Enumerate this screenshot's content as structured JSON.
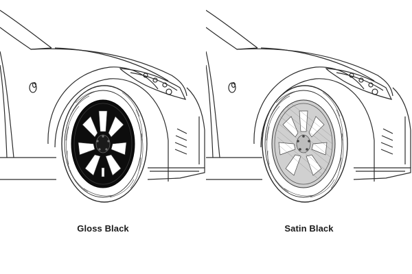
{
  "variants": [
    {
      "label": "Gloss Black",
      "finish_color": "#0d0d0d"
    },
    {
      "label": "Satin Black",
      "finish_color": "#d0d0d0"
    }
  ],
  "icons": [
    "car-front-quarter-illustration",
    "wheel-icon"
  ],
  "colors": {
    "line_art": "#2a2a2a",
    "background": "#ffffff"
  }
}
